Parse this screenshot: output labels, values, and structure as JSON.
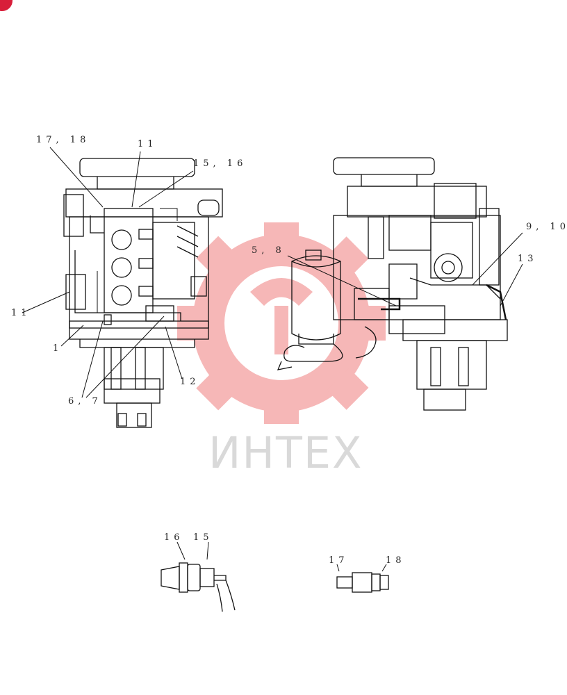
{
  "watermark": {
    "text": "ИНТЕХ",
    "color_text": "#d9d9d9",
    "color_gear": "#f6b7b7"
  },
  "badge": {
    "color": "#d81e3a"
  },
  "callouts": [
    {
      "id": "c-17-18-top",
      "text": "17, 18"
    },
    {
      "id": "c-11-top",
      "text": "11"
    },
    {
      "id": "c-15-16-top",
      "text": "15, 16"
    },
    {
      "id": "c-11-left",
      "text": "11"
    },
    {
      "id": "c-1",
      "text": "1"
    },
    {
      "id": "c-12",
      "text": "12"
    },
    {
      "id": "c-6-7",
      "text": "6, 7"
    },
    {
      "id": "c-5-8",
      "text": "5, 8"
    },
    {
      "id": "c-9-10",
      "text": "9, 10"
    },
    {
      "id": "c-13",
      "text": "13"
    },
    {
      "id": "c-16-detail",
      "text": "16"
    },
    {
      "id": "c-15-detail",
      "text": "15"
    },
    {
      "id": "c-17-detail",
      "text": "17"
    },
    {
      "id": "c-18-detail",
      "text": "18"
    }
  ]
}
